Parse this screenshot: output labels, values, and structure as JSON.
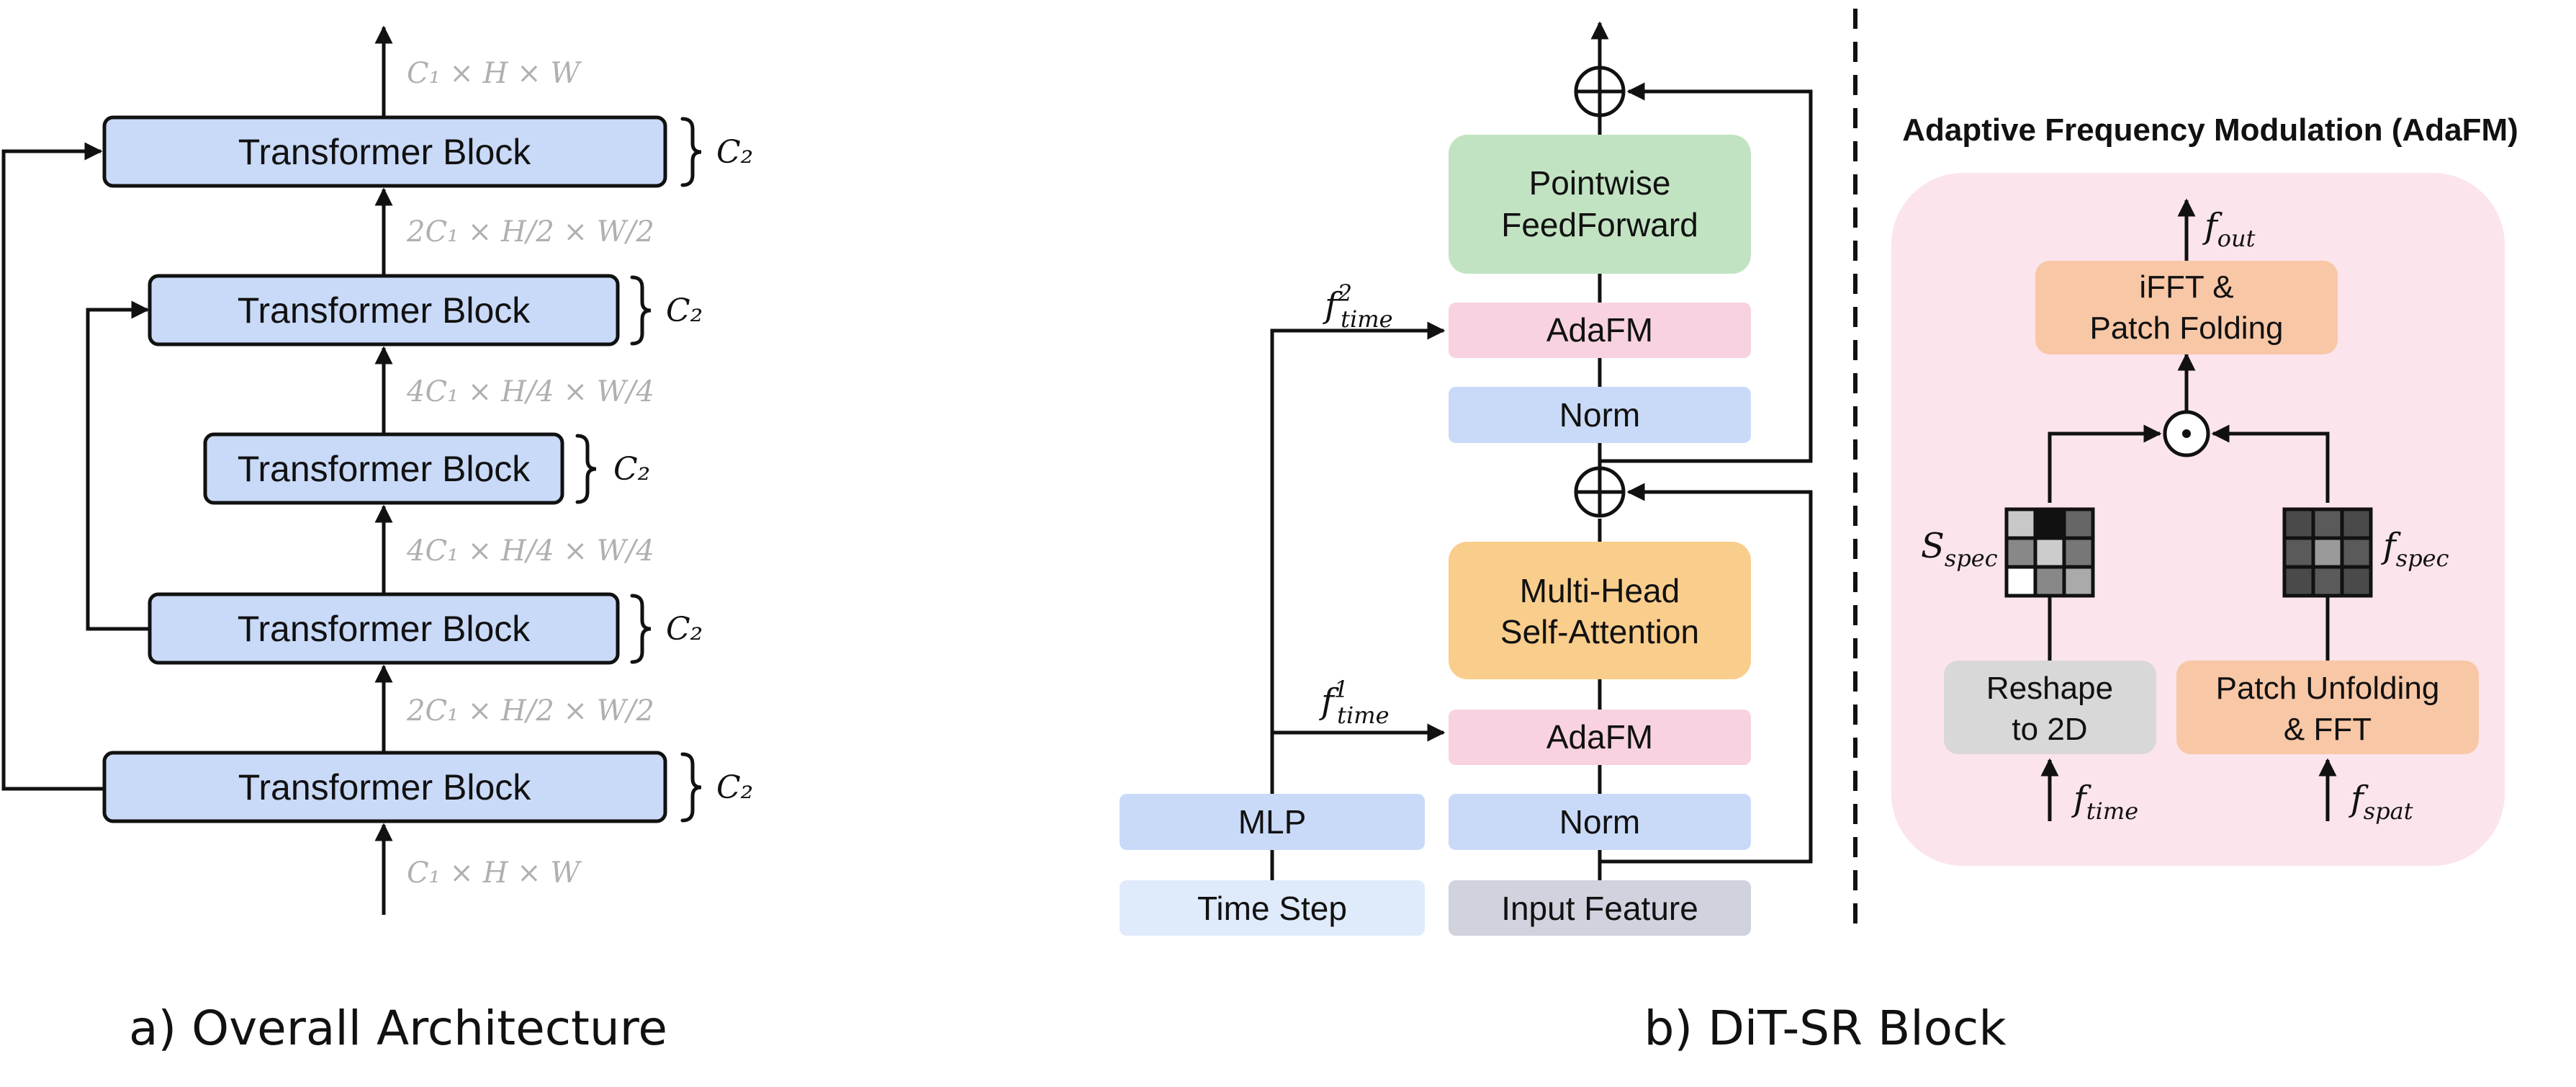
{
  "part_a": {
    "blocks": [
      "Transformer Block",
      "Transformer Block",
      "Transformer Block",
      "Transformer Block",
      "Transformer Block"
    ],
    "channel_label": "C₂",
    "dims": [
      "C₁ × H × W",
      "2C₁ × H/2 × W/2",
      "4C₁ × H/4 × W/4",
      "4C₁ × H/4 × W/4",
      "2C₁ × H/2 × W/2",
      "C₁ × H × W"
    ],
    "caption": "a) Overall Architecture"
  },
  "part_b": {
    "ffn": [
      "Pointwise",
      "FeedForward"
    ],
    "adafm_top": "AdaFM",
    "norm_top": "Norm",
    "attn": [
      "Multi-Head",
      "Self-Attention"
    ],
    "adafm_bottom": "AdaFM",
    "norm_bottom": "Norm",
    "mlp": "MLP",
    "time_step": "Time Step",
    "input_feature": "Input Feature",
    "f_time_2": {
      "base": "f",
      "sub": "time",
      "sup": "2"
    },
    "f_time_1": {
      "base": "f",
      "sub": "time",
      "sup": "1"
    },
    "caption": "b) DiT-SR Block"
  },
  "adafm": {
    "title": "Adaptive Frequency Modulation (AdaFM)",
    "ifft": [
      "iFFT &",
      "Patch Folding"
    ],
    "reshape": [
      "Reshape",
      "to 2D"
    ],
    "unfold": [
      "Patch Unfolding",
      "& FFT"
    ],
    "f_out": {
      "base": "f",
      "sub": "out"
    },
    "s_spec": {
      "base": "S",
      "sub": "spec"
    },
    "f_spec": {
      "base": "f",
      "sub": "spec"
    },
    "f_time": {
      "base": "f",
      "sub": "time"
    },
    "f_spat": {
      "base": "f",
      "sub": "spat"
    },
    "odot": "⊙"
  },
  "colors": {
    "transformer_block": "#c9daf8",
    "ffn": "#c2e3c2",
    "adafm": "#f8d2e0",
    "norm": "#c9daf8",
    "attn": "#f9cd8c",
    "mlp": "#c9daf8",
    "time_step": "#dfeafb",
    "input_feature": "#d0d2de",
    "adafm_panel": "#fce4ec",
    "ifft": "#f8c7a6",
    "reshape": "#d8d8d8",
    "unfold": "#f8c7a6",
    "dims_text": "#b0b0b0"
  }
}
